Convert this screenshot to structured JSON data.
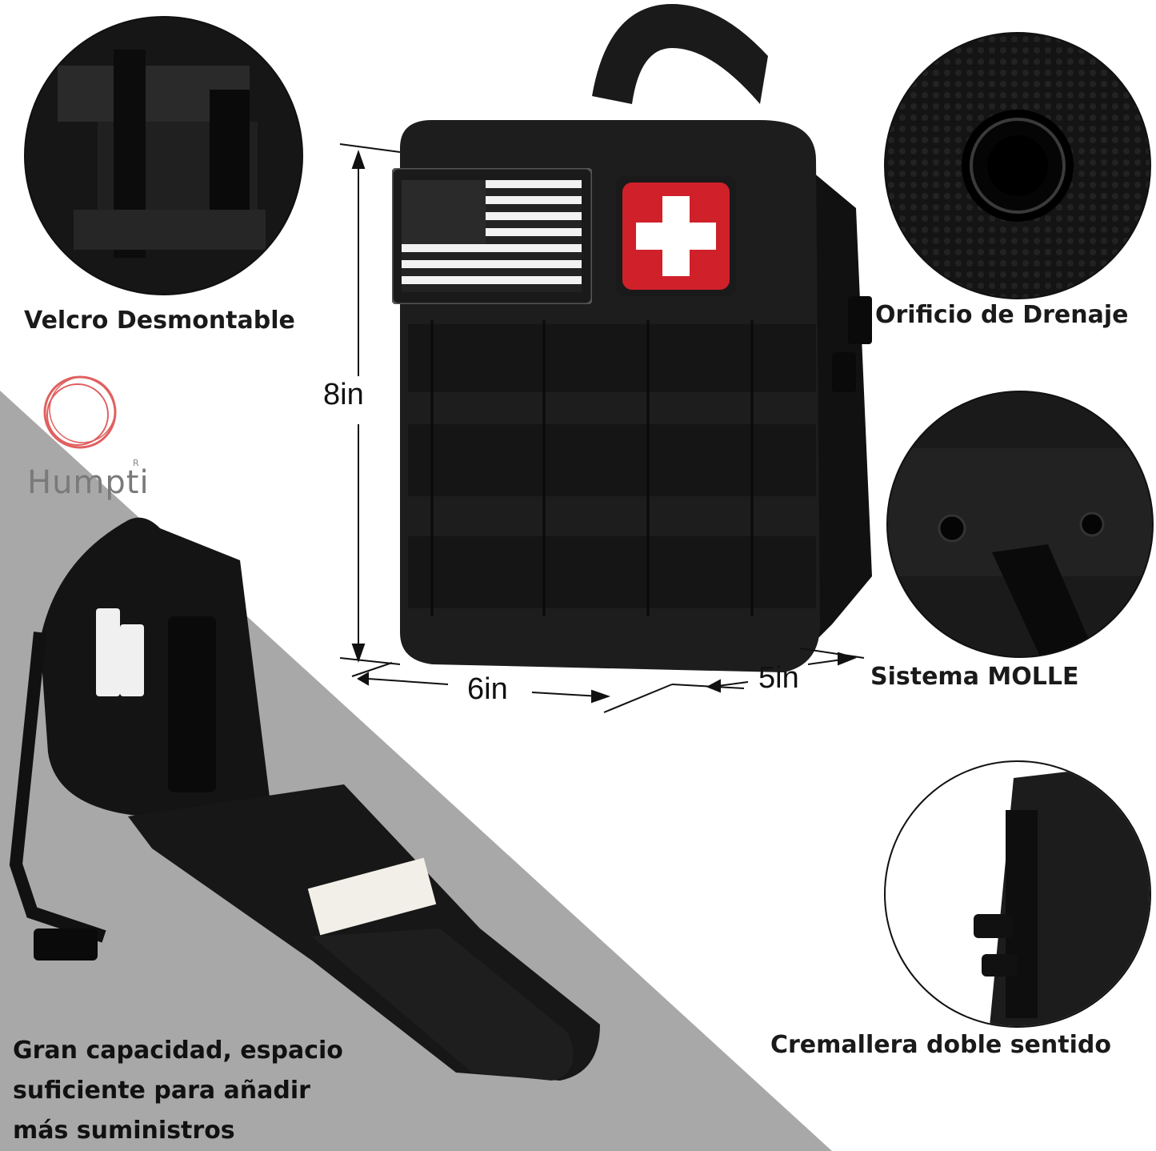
{
  "brand": {
    "name": "Humpti",
    "registered": "R"
  },
  "features": {
    "velcro": "Velcro Desmontable",
    "drain": "Orificio de Drenaje",
    "molle": "Sistema MOLLE",
    "zipper": "Cremallera doble sentido"
  },
  "dimensions": {
    "height": "8in",
    "width": "6in",
    "depth": "5in"
  },
  "capacity": {
    "line1": "Gran capacidad, espacio",
    "line2": "suficiente para añadir",
    "line3": "más suministros"
  },
  "colors": {
    "bag": "#1b1b1b",
    "patch_red": "#d0202a",
    "panel_gray": "#a8a8a8",
    "logo_ring": "#e06060"
  },
  "icons": {
    "flag_patch": "us-flag-patch-icon",
    "medical_patch": "medical-cross-patch-icon"
  }
}
